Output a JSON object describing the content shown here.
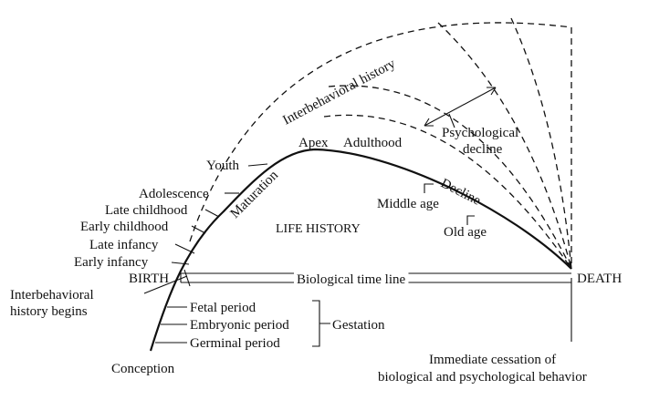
{
  "labels": {
    "interbehavioral_history": "Interbehavioral history",
    "psychological_decline_1": "Psychological",
    "psychological_decline_2": "decline",
    "apex": "Apex",
    "adulthood": "Adulthood",
    "youth": "Youth",
    "maturation": "Maturation",
    "decline": "Decline",
    "adolescence": "Adolescence",
    "late_childhood": "Late childhood",
    "middle_age": "Middle age",
    "early_childhood": "Early childhood",
    "life_history": "LIFE HISTORY",
    "old_age": "Old age",
    "late_infancy": "Late infancy",
    "early_infancy": "Early infancy",
    "birth": "BIRTH",
    "biological_time_line": "Biological time line",
    "death": "DEATH",
    "interbehavioral_history_begins_1": "Interbehavioral",
    "interbehavioral_history_begins_2": "history begins",
    "fetal_period": "Fetal period",
    "embryonic_period": "Embryonic period",
    "germinal_period": "Germinal period",
    "gestation": "Gestation",
    "conception": "Conception",
    "immediate_cessation_1": "Immediate cessation of",
    "immediate_cessation_2": "biological and psychological behavior"
  }
}
